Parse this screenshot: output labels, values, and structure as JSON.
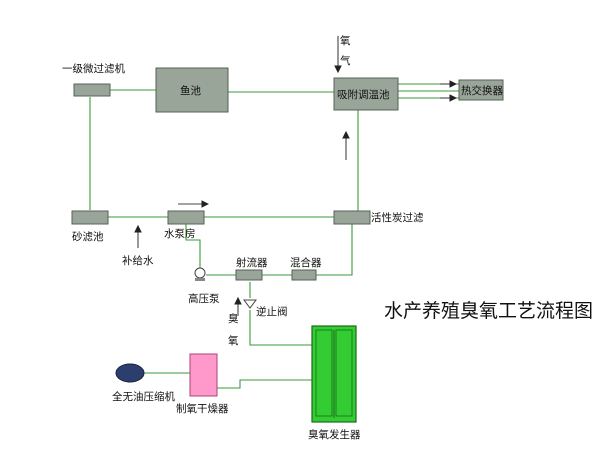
{
  "title": "水产养殖臭氧工艺流程图",
  "labels": {
    "primary_filter": "一级微过滤机",
    "pond": "鱼池",
    "adsorption_pool": "吸附调温池",
    "heat_exchanger": "热交换器",
    "oxygen": "氧气",
    "sand_filter": "砂滤池",
    "pump_room": "水泵房",
    "carbon_filter": "活性炭过滤",
    "makeup_water": "补给水",
    "ejector": "射流器",
    "mixer": "混合器",
    "hp_pump": "高压泵",
    "check_valve": "逆止阀",
    "ozone": "臭氧",
    "compressor": "全无油压缩机",
    "oxygen_dryer": "制氧干燥器",
    "ozone_generator": "臭氧发生器"
  },
  "colors": {
    "pipe": "#3a9a3a",
    "unit_fill": "#9aa59a",
    "generator": "#33cc33",
    "dryer": "#ff99cc",
    "compressor": "#2c3e6e"
  }
}
